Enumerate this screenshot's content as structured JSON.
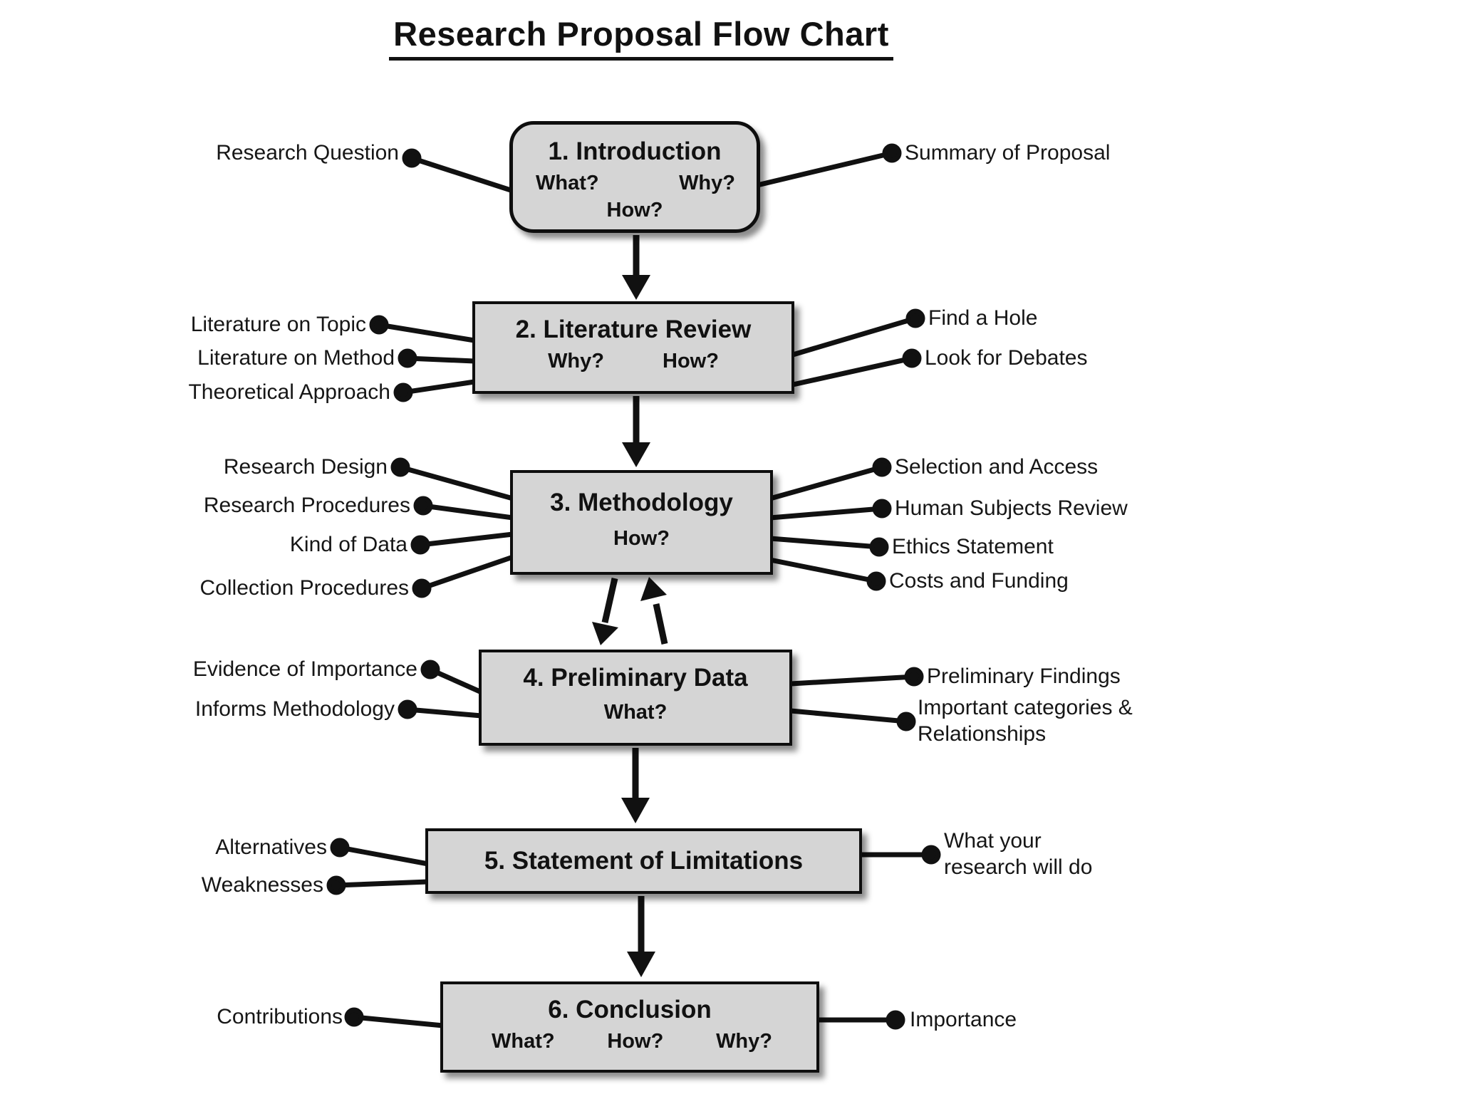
{
  "title": "Research Proposal Flow Chart",
  "colors": {
    "background": "#ffffff",
    "box_fill": "#d5d5d5",
    "box_border": "#0e0e0e",
    "line": "#111111",
    "text": "#111111"
  },
  "nodes": [
    {
      "id": "introduction",
      "title": "1. Introduction",
      "questions": [
        "What?",
        "Why?",
        "How?"
      ]
    },
    {
      "id": "literature-review",
      "title": "2. Literature Review",
      "questions": [
        "Why?",
        "How?"
      ]
    },
    {
      "id": "methodology",
      "title": "3. Methodology",
      "questions": [
        "How?"
      ]
    },
    {
      "id": "preliminary-data",
      "title": "4. Preliminary Data",
      "questions": [
        "What?"
      ]
    },
    {
      "id": "statement-of-limitations",
      "title": "5. Statement of Limitations",
      "questions": []
    },
    {
      "id": "conclusion",
      "title": "6. Conclusion",
      "questions": [
        "What?",
        "How?",
        "Why?"
      ]
    }
  ],
  "flow": [
    {
      "from": "introduction",
      "to": "literature-review"
    },
    {
      "from": "literature-review",
      "to": "methodology"
    },
    {
      "from": "methodology",
      "to": "preliminary-data"
    },
    {
      "from": "preliminary-data",
      "to": "methodology"
    },
    {
      "from": "preliminary-data",
      "to": "statement-of-limitations"
    },
    {
      "from": "statement-of-limitations",
      "to": "conclusion"
    }
  ],
  "labels": {
    "left": [
      {
        "text": "Research Question",
        "node": "introduction"
      },
      {
        "text": "Literature on Topic",
        "node": "literature-review"
      },
      {
        "text": "Literature on Method",
        "node": "literature-review"
      },
      {
        "text": "Theoretical Approach",
        "node": "literature-review"
      },
      {
        "text": "Research Design",
        "node": "methodology"
      },
      {
        "text": "Research Procedures",
        "node": "methodology"
      },
      {
        "text": "Kind of Data",
        "node": "methodology"
      },
      {
        "text": "Collection Procedures",
        "node": "methodology"
      },
      {
        "text": "Evidence of Importance",
        "node": "preliminary-data"
      },
      {
        "text": "Informs Methodology",
        "node": "preliminary-data"
      },
      {
        "text": "Alternatives",
        "node": "statement-of-limitations"
      },
      {
        "text": "Weaknesses",
        "node": "statement-of-limitations"
      },
      {
        "text": "Contributions",
        "node": "conclusion"
      }
    ],
    "right": [
      {
        "text": "Summary of Proposal",
        "node": "introduction"
      },
      {
        "text": "Find a Hole",
        "node": "literature-review"
      },
      {
        "text": "Look for Debates",
        "node": "literature-review"
      },
      {
        "text": "Selection and Access",
        "node": "methodology"
      },
      {
        "text": "Human Subjects Review",
        "node": "methodology"
      },
      {
        "text": "Ethics Statement",
        "node": "methodology"
      },
      {
        "text": "Costs and Funding",
        "node": "methodology"
      },
      {
        "text": "Preliminary Findings",
        "node": "preliminary-data"
      },
      {
        "text": "Important categories & Relationships",
        "node": "preliminary-data"
      },
      {
        "text": "What your research will do",
        "node": "statement-of-limitations"
      },
      {
        "text": "Importance",
        "node": "conclusion"
      }
    ]
  }
}
